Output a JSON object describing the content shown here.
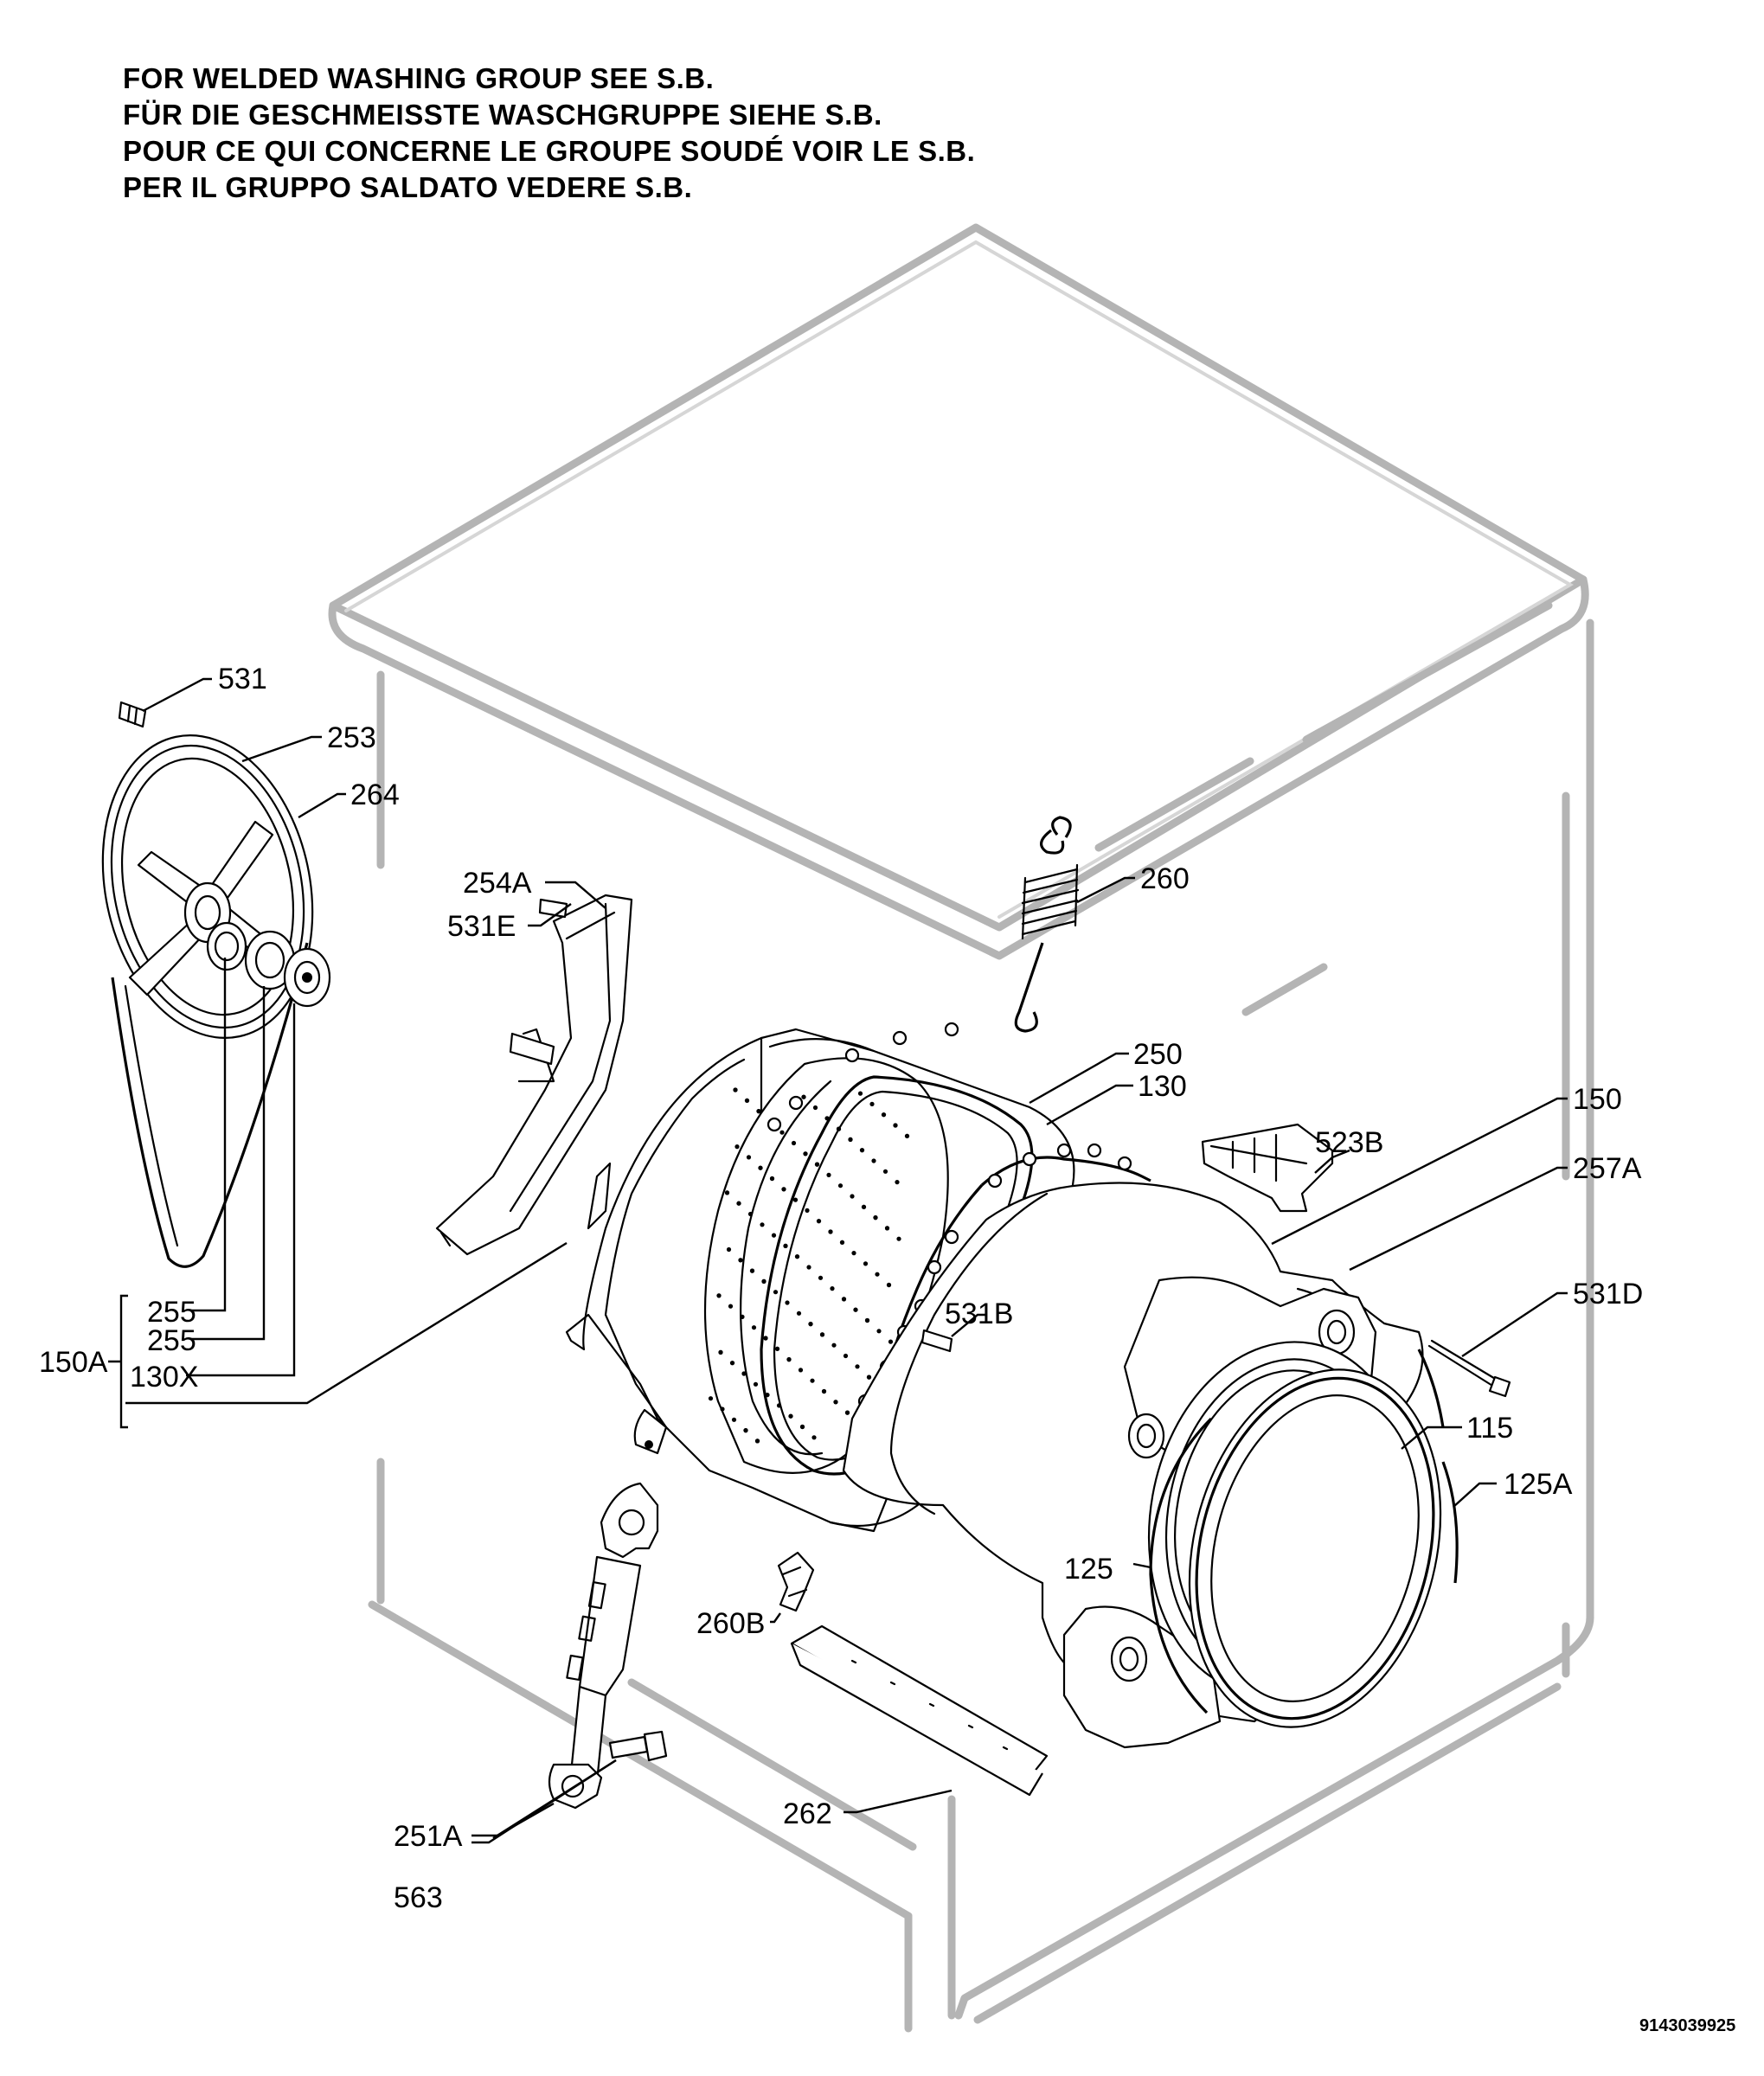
{
  "header": {
    "lines": [
      "FOR WELDED WASHING GROUP SEE S.B.",
      "FÜR DIE GESCHMEISSTE WASCHGRUPPE SIEHE S.B.",
      "POUR CE QUI CONCERNE LE GROUPE SOUDÉ VOIR LE S.B.",
      "PER IL GRUPPO SALDATO VEDERE S.B."
    ]
  },
  "parts": {
    "p531": "531",
    "p253": "253",
    "p264": "264",
    "p254A": "254A",
    "p531E": "531E",
    "p260": "260",
    "p250": "250",
    "p130": "130",
    "p150": "150",
    "p523B": "523B",
    "p257A": "257A",
    "p531B": "531B",
    "p531D": "531D",
    "p115": "115",
    "p125A": "125A",
    "p125": "125",
    "p255a": "255",
    "p255b": "255",
    "p130X": "130X",
    "p150A": "150A",
    "p260B": "260B",
    "p251A": "251A",
    "p563": "563",
    "p262": "262"
  },
  "doc_number": "9143039925"
}
